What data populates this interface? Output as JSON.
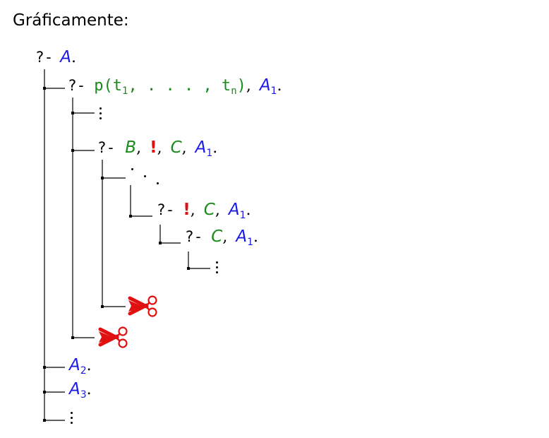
{
  "heading": "Gráficamente:",
  "prompt": "?-",
  "comma": ",",
  "period": ".",
  "colors": {
    "goal": "#1a1ae6",
    "body": "#1a8a1a",
    "cut": "#e01010",
    "tree": "#000000"
  },
  "root": {
    "goal": "A"
  },
  "call": {
    "predicate": "p(t",
    "args_sep": ", . . . , t",
    "sub_first": "1",
    "sub_last": "n",
    "close": ")",
    "rest": "A",
    "rest_sub": "1"
  },
  "clause": {
    "b": "B",
    "cut": "!",
    "c": "C",
    "rest": "A",
    "rest_sub": "1"
  },
  "after_b": {
    "cut": "!",
    "c": "C",
    "rest": "A",
    "rest_sub": "1"
  },
  "after_cut": {
    "c": "C",
    "rest": "A",
    "rest_sub": "1"
  },
  "alt2": {
    "goal": "A",
    "sub": "2"
  },
  "alt3": {
    "goal": "A",
    "sub": "3"
  },
  "cut_marker_icon": "scissors-icon",
  "ellipsis_icon": "vertical-ellipsis-icon"
}
